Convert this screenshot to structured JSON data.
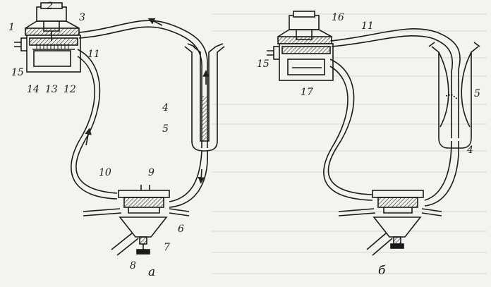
{
  "diagram": {
    "left_labels": [
      "1",
      "2",
      "3",
      "11",
      "15",
      "14",
      "13",
      "12",
      "4",
      "5",
      "10",
      "9",
      "6",
      "7",
      "8"
    ],
    "right_labels": [
      "16",
      "11",
      "15",
      "17",
      "5",
      "4"
    ],
    "captions": {
      "left": "а",
      "right": "б"
    }
  }
}
